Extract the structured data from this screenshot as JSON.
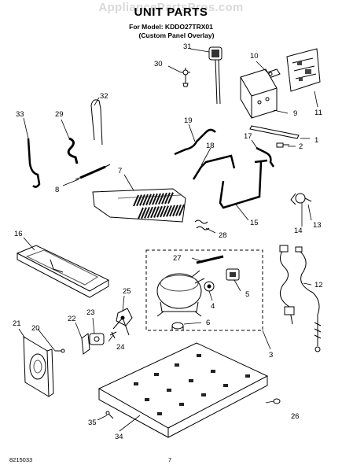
{
  "header": {
    "watermark": "AppliancePartsPros.com",
    "title": "UNIT PARTS",
    "model_line": "For Model: KDDO27TRX01",
    "variant_line": "(Custom Panel Overlay)"
  },
  "footer": {
    "doc_number": "8215033",
    "page_number": "7"
  },
  "callouts": [
    "1",
    "2",
    "3",
    "4",
    "5",
    "6",
    "7",
    "8",
    "9",
    "10",
    "11",
    "12",
    "13",
    "14",
    "15",
    "16",
    "17",
    "18",
    "19",
    "20",
    "21",
    "22",
    "23",
    "24",
    "25",
    "26",
    "27",
    "28",
    "29",
    "30",
    "31",
    "32",
    "33",
    "34",
    "35"
  ],
  "colors": {
    "line": "#000000",
    "watermark": "#d9d9d9",
    "part_fill": "#ffffff",
    "shade": "#555555"
  }
}
